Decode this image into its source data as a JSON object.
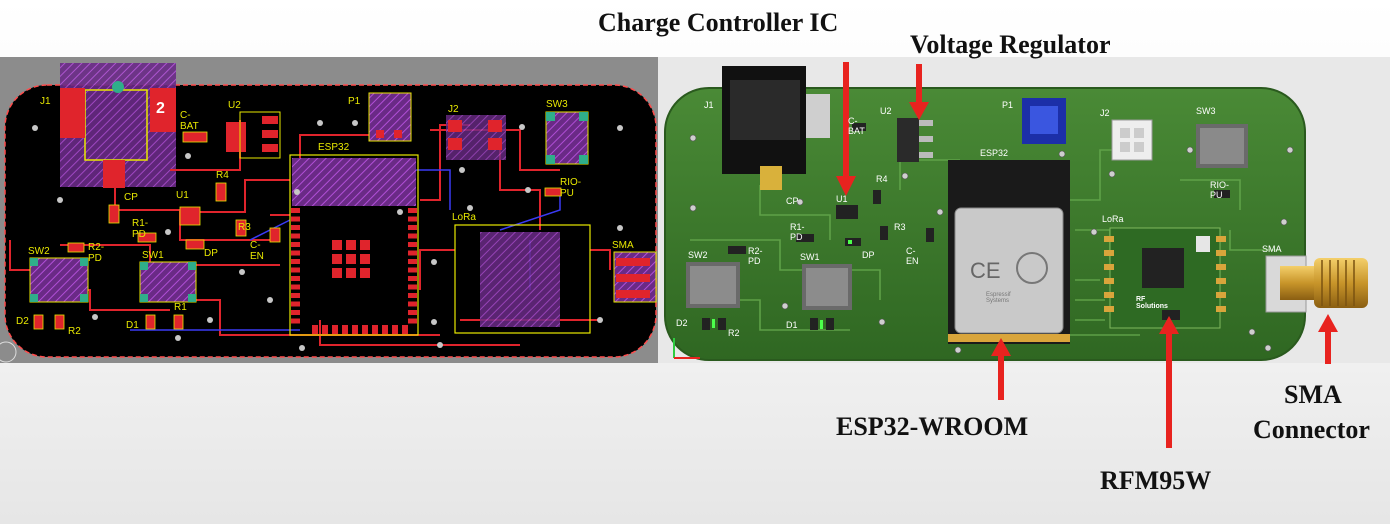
{
  "callouts": {
    "charge_controller": "Charge Controller IC",
    "voltage_regulator": "Voltage Regulator",
    "esp32": "ESP32-WROOM",
    "rfm95w": "RFM95W",
    "sma_line1": "SMA",
    "sma_line2": "Connector"
  },
  "layout_view": {
    "j1": "J1",
    "j1_pin": "2",
    "cbat": "C-BAT",
    "u2": "U2",
    "p1": "P1",
    "j2": "J2",
    "sw3": "SW3",
    "esp32": "ESP32",
    "cp": "CP",
    "u1": "U1",
    "r4": "R4",
    "r1pd": "R1-PD",
    "r3": "R3",
    "cen": "C-EN",
    "dp": "DP",
    "riopu": "RIO-PU",
    "lora": "LoRa",
    "sma": "SMA",
    "sw2": "SW2",
    "r2pd": "R2-PD",
    "sw1": "SW1",
    "r1": "R1",
    "d2": "D2",
    "r2": "R2",
    "d1": "D1"
  },
  "render_view": {
    "j1": "J1",
    "cbat": "C-BAT",
    "u2": "U2",
    "p1": "P1",
    "j2": "J2",
    "sw3": "SW3",
    "esp32": "ESP32",
    "cp": "CP",
    "u1": "U1",
    "r4": "R4",
    "r1pd": "R1-PD",
    "r3": "R3",
    "dp": "DP",
    "cen": "C-EN",
    "riopu": "RIO-PU",
    "lora": "LoRa",
    "sma": "SMA",
    "sw2": "SW2",
    "r2pd": "R2-PD",
    "sw1": "SW1",
    "d2": "D2",
    "r2": "R2",
    "d1": "D1",
    "espressif": "Espressif Systems",
    "rf_solutions": "RF Solutions"
  },
  "colors": {
    "callout_arrow": "#e8231f",
    "layout_bg": "#000000",
    "copper": "#e0242c",
    "silkscreen": "#e8e800",
    "keepout": "#ff4b4b",
    "board_green": "#3d7a2c"
  }
}
